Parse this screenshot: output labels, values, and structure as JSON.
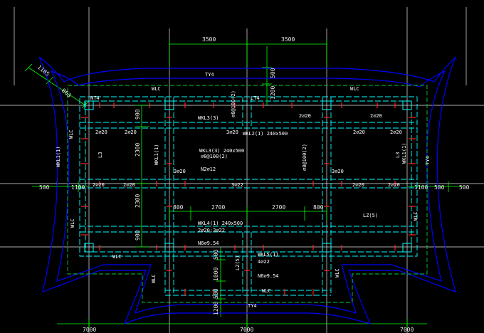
{
  "colors": {
    "background": "#000000",
    "axis": "#e8e8e8",
    "dimension": "#00ff00",
    "roof_outline": "#0000ff",
    "eave_line": "#00cc33",
    "beam": "#00ffff",
    "column": "#00ffff",
    "rebar": "#ff2020",
    "label": "#ffffff"
  },
  "dimensions": {
    "top_left_span": "3500",
    "top_right_span": "3500",
    "mid_left_span": "2700",
    "mid_right_span": "2700",
    "left_offset": "800",
    "right_offset": "800",
    "left_edge": "500",
    "right_edge": "500",
    "left_overhang": "1100",
    "right_overhang": "1100",
    "left_span": "2300",
    "right_span": "2300",
    "upper_bay": "900",
    "lower_bay": "900",
    "center_bay": "1100",
    "bottom_left": "7000",
    "bottom_center": "7000",
    "bottom_right": "7000",
    "corner_a": "1105",
    "corner_b": "863",
    "vertical_a": "500",
    "vertical_b": "1000",
    "vertical_c": "500",
    "vertical_d": "1200",
    "upper_v": "500",
    "upper_v2": "1200"
  },
  "labels": {
    "ty4_top": "TY4",
    "ty4_bottom": "TY4",
    "ty4_right": "TY4",
    "wlc_top_left": "WLC",
    "wlc_top_right": "WLC",
    "wlc_left": "WLC",
    "wlc_bottom_left": "WLC",
    "wlc_bottom": "WLC",
    "wlc_right_low": "WLC",
    "wkl_a": "WKL1(1)",
    "wkl_b": "WKL3(3)",
    "wkl_c": "WKL3(3) 240x500",
    "wkl_d": "WKL2(1) 240x500",
    "wkl_e": "WKL4(1) 240x500",
    "wkl_f": "WKL5(1)",
    "lz": "LZ(5)",
    "lz2": "LZ(5)",
    "l3": "L3",
    "n1": "NT4",
    "n2": "LT4",
    "rebar_a": "2⌀20",
    "rebar_b": "3⌀20",
    "rebar_c": "3⌀22",
    "rebar_d": "2⌀20",
    "rebar_e": "N2⌀12",
    "rebar_f": "⌀8@100(2)",
    "rebar_g": "2⌀20;3⌀22",
    "rebar_h": "N6⌀9.54",
    "rebar_i": "3⌀20",
    "rebar_j": "4⌀22"
  }
}
